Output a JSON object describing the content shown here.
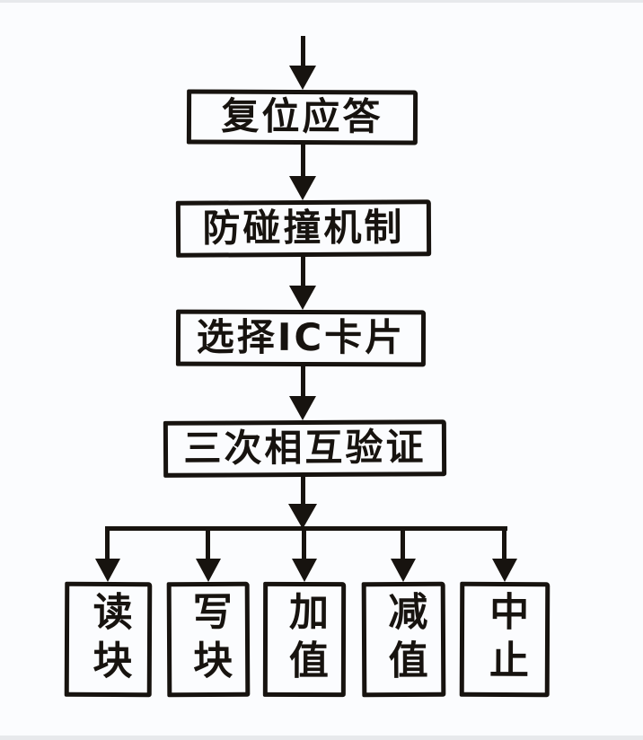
{
  "colors": {
    "ink": "#17130f",
    "background": "#fbfcfe",
    "edge_strip": "#e7e9ec"
  },
  "flowchart": {
    "steps": [
      {
        "id": "reset-response",
        "label": "复位应答"
      },
      {
        "id": "anti-collision",
        "label": "防碰撞机制"
      },
      {
        "id": "select-ic-card",
        "label": "选择IC卡片"
      },
      {
        "id": "mutual-auth",
        "label": "三次相互验证"
      }
    ],
    "operations": [
      {
        "id": "read-block",
        "label": "读块"
      },
      {
        "id": "write-block",
        "label": "写块"
      },
      {
        "id": "increment-value",
        "label": "加值"
      },
      {
        "id": "decrement-value",
        "label": "减值"
      },
      {
        "id": "halt",
        "label": "中止"
      }
    ]
  }
}
